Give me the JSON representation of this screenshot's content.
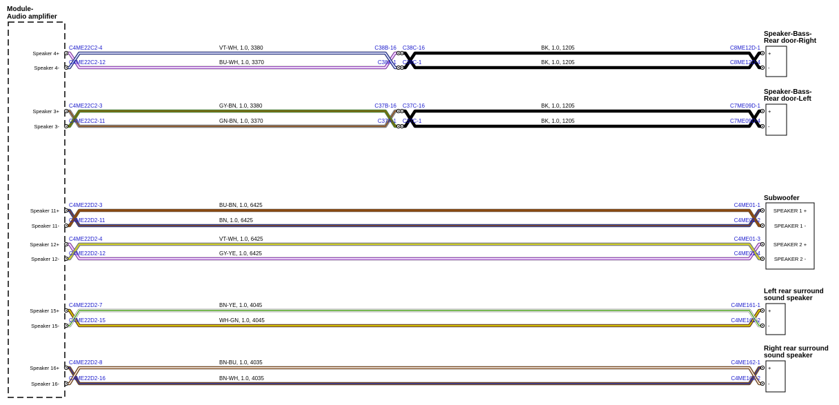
{
  "module": {
    "title_line1": "Module-",
    "title_line2": "Audio amplifier"
  },
  "colors": {
    "VT": "#b04fe0",
    "BU": "#2a3aa8",
    "GY": "#909090",
    "GN": "#4aa01a",
    "BN": "#8a4a12",
    "YE": "#e6e600",
    "WH": "#ffffff",
    "BK": "#000000",
    "pin_text": "#1a1acc"
  },
  "groups": [
    {
      "title_line1": "Speaker-Bass-",
      "title_line2": "Rear door-Right",
      "inline": true,
      "wires": [
        {
          "label": "Speaker 4+",
          "amp_pin": "C4ME22C2-4",
          "desc": "VT-WH,  1.0,  3380",
          "colors": [
            "VT",
            "WH"
          ],
          "inline_left": "C38B-16",
          "inline_right": "C38C-16",
          "desc2": "BK,  1.0,  1205",
          "colors2": [
            "BK",
            "BK"
          ],
          "dev_pin": "C8ME12D-1",
          "term": "+"
        },
        {
          "label": "Speaker 4-",
          "amp_pin": "C4ME22C2-12",
          "desc": "BU-WH,  1.0,  3370",
          "colors": [
            "BU",
            "WH"
          ],
          "inline_left": "C38A-1",
          "inline_right": "C38C-1",
          "desc2": "BK,  1.0,  1205",
          "colors2": [
            "BK",
            "BK"
          ],
          "dev_pin": "C8ME12D-4",
          "term": "-"
        }
      ]
    },
    {
      "title_line1": "Speaker-Bass-",
      "title_line2": "Rear door-Left",
      "inline": true,
      "wires": [
        {
          "label": "Speaker 3+",
          "amp_pin": "C4ME22C2-3",
          "desc": "GY-BN,  1.0,  3380",
          "colors": [
            "GY",
            "BN"
          ],
          "inline_left": "C37B-16",
          "inline_right": "C37C-16",
          "desc2": "BK,  1.0,  1205",
          "colors2": [
            "BK",
            "BK"
          ],
          "dev_pin": "C7ME09D-1",
          "term": "+"
        },
        {
          "label": "Speaker 3-",
          "amp_pin": "C4ME22C2-11",
          "desc": "GN-BN,  1.0,  3370",
          "colors": [
            "GN",
            "BN"
          ],
          "inline_left": "C37A-1",
          "inline_right": "C37C-1",
          "desc2": "BK,  1.0,  1205",
          "colors2": [
            "BK",
            "BK"
          ],
          "dev_pin": "C7ME09D-4",
          "term": "-"
        }
      ]
    },
    {
      "title_line1": "Subwoofer",
      "title_line2": "",
      "inline": false,
      "wires": [
        {
          "label": "Speaker 11+",
          "amp_pin": "C4ME22D2-3",
          "desc": "BU-BN,  1.0,  6425",
          "colors": [
            "BU",
            "BN"
          ],
          "dev_pin": "C4ME01-1",
          "term": "SPEAKER 1 +"
        },
        {
          "label": "Speaker 11-",
          "amp_pin": "C4ME22D2-11",
          "desc": "BN,  1.0,  6425",
          "colors": [
            "BN",
            "BN"
          ],
          "dev_pin": "C4ME01-2",
          "term": "SPEAKER 1 -"
        },
        {
          "label": "Speaker 12+",
          "amp_pin": "C4ME22D2-4",
          "desc": "VT-WH,  1.0,  6425",
          "colors": [
            "VT",
            "WH"
          ],
          "dev_pin": "C4ME01-3",
          "term": "SPEAKER 2 +"
        },
        {
          "label": "Speaker 12-",
          "amp_pin": "C4ME22D2-12",
          "desc": "GY-YE,  1.0,  6425",
          "colors": [
            "GY",
            "YE"
          ],
          "dev_pin": "C4ME01-4",
          "term": "SPEAKER 2 -"
        }
      ]
    },
    {
      "title_line1": "Left rear surround",
      "title_line2": "sound speaker",
      "inline": false,
      "wires": [
        {
          "label": "Speaker 15+",
          "amp_pin": "C4ME22D2-7",
          "desc": "BN-YE,  1.0,  4045",
          "colors": [
            "BN",
            "YE"
          ],
          "dev_pin": "C4ME161-1",
          "term": "+"
        },
        {
          "label": "Speaker 15-",
          "amp_pin": "C4ME22D2-15",
          "desc": "WH-GN,  1.0,  4045",
          "colors": [
            "WH",
            "GN"
          ],
          "dev_pin": "C4ME161-2",
          "term": "-"
        }
      ]
    },
    {
      "title_line1": "Right rear surround",
      "title_line2": "sound speaker",
      "inline": false,
      "wires": [
        {
          "label": "Speaker 16+",
          "amp_pin": "C4ME22D2-8",
          "desc": "BN-BU,  1.0,  4035",
          "colors": [
            "BN",
            "BU"
          ],
          "dev_pin": "C4ME162-1",
          "term": "+"
        },
        {
          "label": "Speaker 16-",
          "amp_pin": "C4ME22D2-16",
          "desc": "BN-WH,  1.0,  4035",
          "colors": [
            "BN",
            "WH"
          ],
          "dev_pin": "C4ME162-2",
          "term": "-"
        }
      ]
    }
  ]
}
